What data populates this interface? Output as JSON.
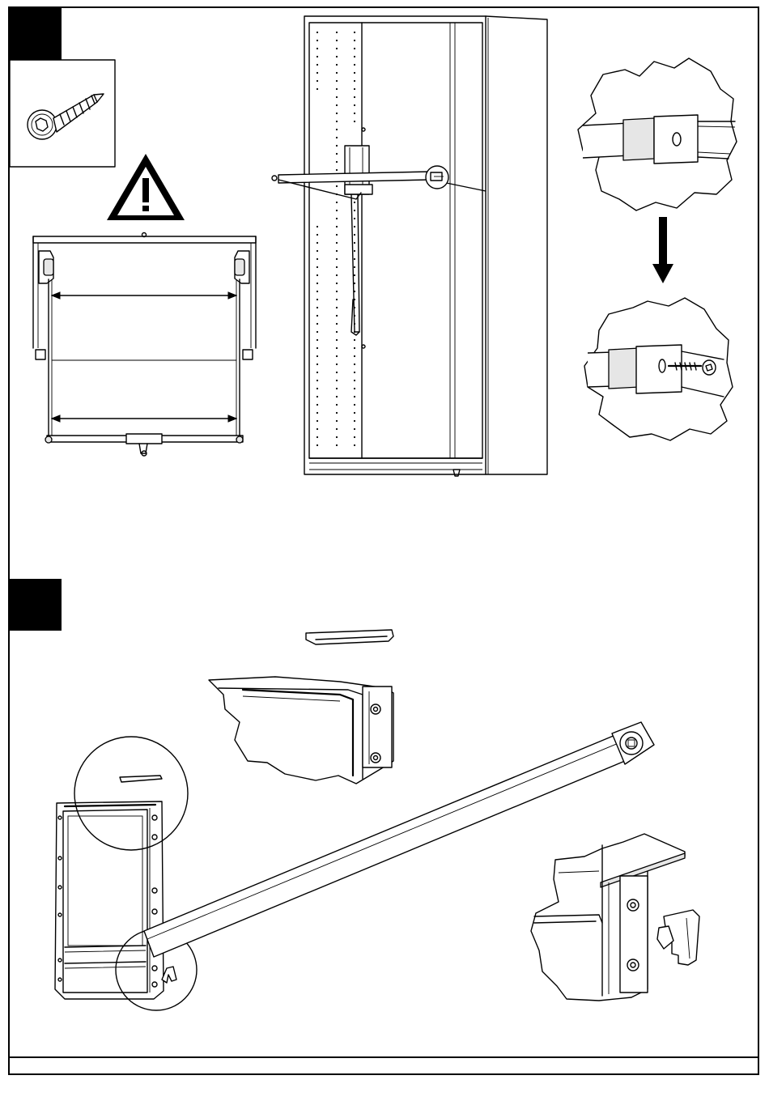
{
  "document": {
    "type": "assembly-instruction-page",
    "steps": [
      {
        "id": "step-1",
        "marker": "black-square",
        "label": ""
      },
      {
        "id": "step-2",
        "marker": "black-square",
        "label": ""
      }
    ],
    "icons": [
      "screw-icon",
      "warning-triangle-icon",
      "down-arrow-icon"
    ],
    "colors": {
      "ink": "#000000",
      "paper": "#ffffff",
      "shade": "#e6e6e6"
    }
  }
}
